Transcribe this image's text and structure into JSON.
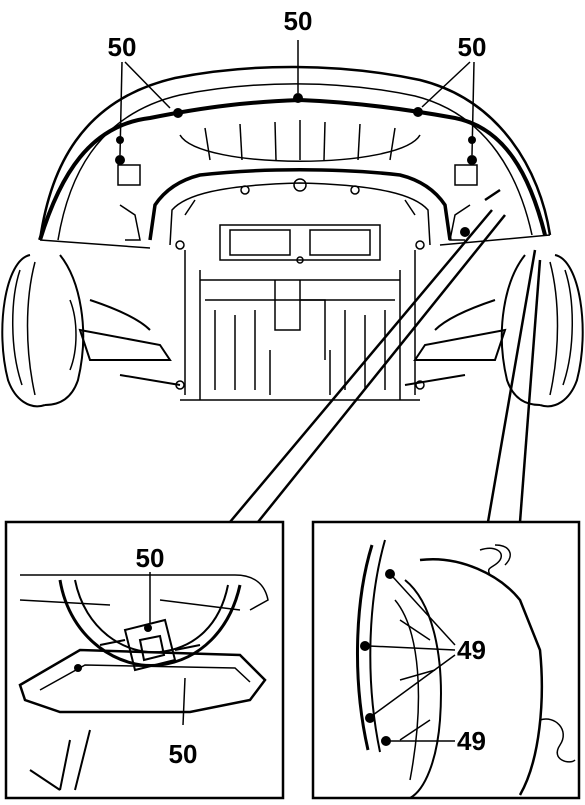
{
  "callouts": {
    "top_center": "50",
    "top_left": "50",
    "top_right": "50",
    "inset_left_top": "50",
    "inset_left_bottom": "50",
    "inset_right_upper": "49",
    "inset_right_lower": "49"
  },
  "colors": {
    "ink": "#000000",
    "paper": "#ffffff",
    "light_fill": "#f4f4f4"
  }
}
